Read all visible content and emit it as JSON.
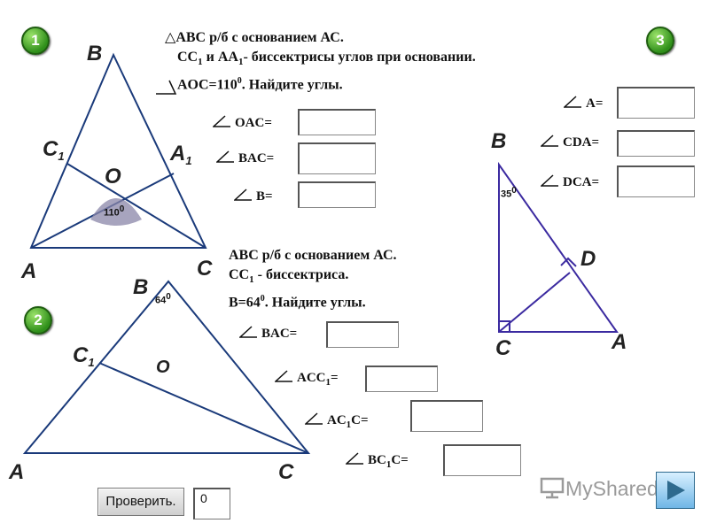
{
  "badges": {
    "task1": "1",
    "task2": "2",
    "task3": "3"
  },
  "task1": {
    "line1": "ABC р/б с основанием АС.",
    "line2_pre": "CC",
    "line2_sub1": "1",
    "line2_mid": " и AA",
    "line2_sub2": "1",
    "line2_post": "- биссектрисы углов при основании.",
    "line3_pre": "AOC=110",
    "line3_sup": "0",
    "line3_post": ". Найдите углы.",
    "labels": {
      "oac": "OAC=",
      "bac": "BAC=",
      "b": "B="
    },
    "vertices": {
      "B": "B",
      "C1": "C",
      "C1_sub": "1",
      "A1": "A",
      "A1_sub": "1",
      "O": "O",
      "A": "A",
      "C": "C"
    },
    "angle_label": "110",
    "angle_label_sup": "0"
  },
  "task2": {
    "line1": "ABC р/б с основанием АС.",
    "line2_pre": "CC",
    "line2_sub": "1",
    "line2_post": " - биссектриса.",
    "line3_pre": "B=64",
    "line3_sup": "0",
    "line3_post": ". Найдите углы.",
    "labels": {
      "bac": "BAC=",
      "acc1_pre": "ACC",
      "acc1_sub": "1",
      "acc1_post": "=",
      "ac1c_pre": "AC",
      "ac1c_sub": "1",
      "ac1c_post": "C=",
      "bc1c_pre": "BC",
      "bc1c_sub": "1",
      "bc1c_post": "C="
    },
    "vertices": {
      "B": "B",
      "C1": "C",
      "C1_sub": "1",
      "O": "O",
      "A": "A",
      "C": "C"
    },
    "angle_label": "64",
    "angle_label_sup": "0"
  },
  "task3": {
    "labels": {
      "a": "A=",
      "cda": "CDA=",
      "dca": "DCA="
    },
    "vertices": {
      "B": "B",
      "D": "D",
      "C": "C",
      "A": "A"
    },
    "angle_label": "35",
    "angle_label_sup": "0"
  },
  "footer": {
    "check_button": "Проверить.",
    "score": "0",
    "brand": "MyShared"
  },
  "colors": {
    "badge": "#2f8f1a",
    "triangle3": "#3b2aa0",
    "diagram_lines": "#1a3a7a"
  }
}
